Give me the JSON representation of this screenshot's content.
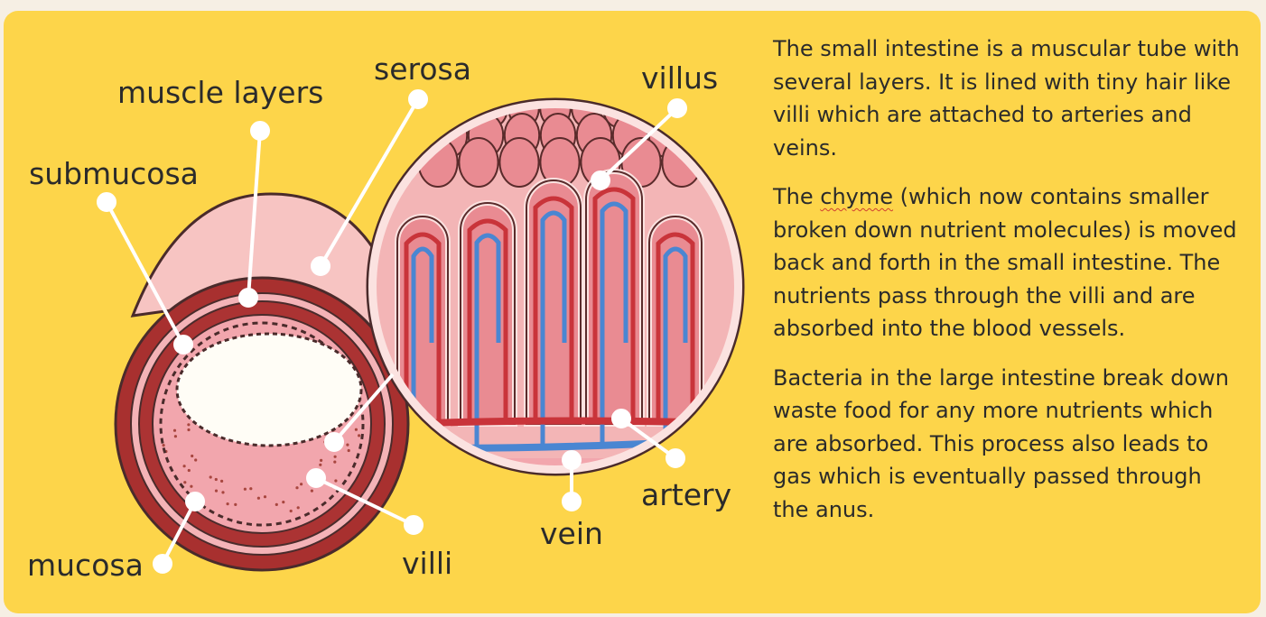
{
  "labels": {
    "muscle_layers": "muscle layers",
    "serosa": "serosa",
    "villus": "villus",
    "submucosa": "submucosa",
    "mucosa": "mucosa",
    "villi": "villi",
    "vein": "vein",
    "artery": "artery"
  },
  "text": {
    "p1": "The small intestine is a muscular tube with several layers. It is lined with tiny hair like villi which are attached to arteries and veins.",
    "p2_pre": "The ",
    "p2_word": "chyme",
    "p2_post": " (which now contains smaller broken down nutrient molecules)  is moved back and forth in the small intestine. The nutrients pass through the villi and are absorbed into the blood vessels.",
    "p3": "Bacteria in the large intestine break down waste food for any more nutrients which are absorbed. This process also leads to gas which is eventually passed through the anus."
  },
  "colors": {
    "background": "#fdd54a",
    "serosa": "#f7c4c2",
    "muscle": "#a8302f",
    "mucosa": "#f2a6ad",
    "villus_fill": "#e98b92",
    "artery": "#c9343a",
    "vein": "#4a86d2"
  }
}
